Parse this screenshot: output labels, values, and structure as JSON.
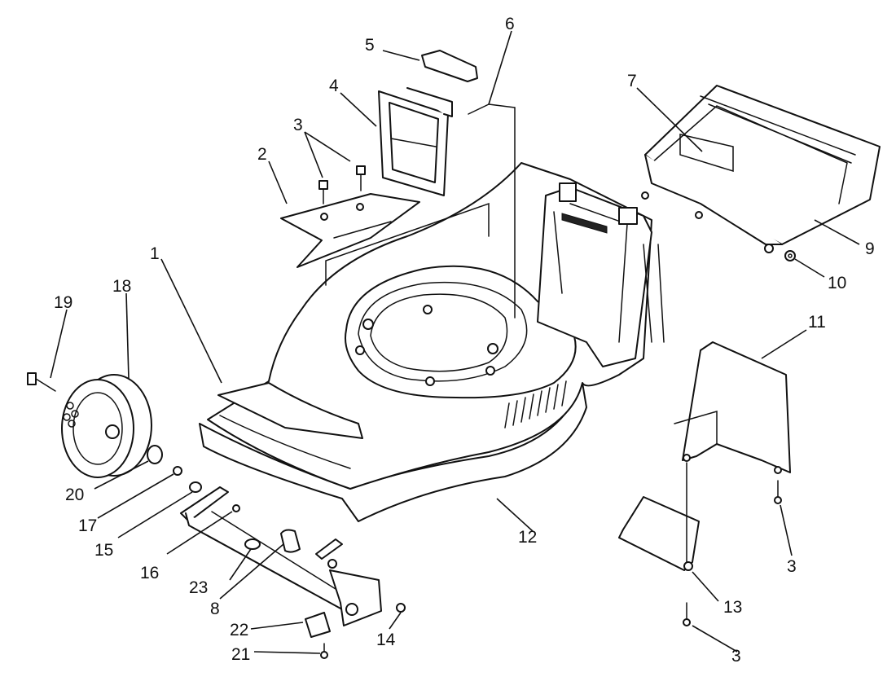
{
  "diagram": {
    "callouts": [
      {
        "id": "c1",
        "text": "1"
      },
      {
        "id": "c2",
        "text": "2"
      },
      {
        "id": "c3a",
        "text": "3"
      },
      {
        "id": "c3b",
        "text": "3"
      },
      {
        "id": "c3c",
        "text": "3"
      },
      {
        "id": "c4",
        "text": "4"
      },
      {
        "id": "c5",
        "text": "5"
      },
      {
        "id": "c6",
        "text": "6"
      },
      {
        "id": "c7",
        "text": "7"
      },
      {
        "id": "c8",
        "text": "8"
      },
      {
        "id": "c9",
        "text": "9"
      },
      {
        "id": "c10",
        "text": "10"
      },
      {
        "id": "c11",
        "text": "11"
      },
      {
        "id": "c12",
        "text": "12"
      },
      {
        "id": "c13",
        "text": "13"
      },
      {
        "id": "c14",
        "text": "14"
      },
      {
        "id": "c15",
        "text": "15"
      },
      {
        "id": "c16",
        "text": "16"
      },
      {
        "id": "c17",
        "text": "17"
      },
      {
        "id": "c18",
        "text": "18"
      },
      {
        "id": "c19",
        "text": "19"
      },
      {
        "id": "c20",
        "text": "20"
      },
      {
        "id": "c21",
        "text": "21"
      },
      {
        "id": "c22",
        "text": "22"
      },
      {
        "id": "c23",
        "text": "23"
      }
    ],
    "colors": {
      "line": "#111111",
      "background": "#ffffff"
    }
  }
}
